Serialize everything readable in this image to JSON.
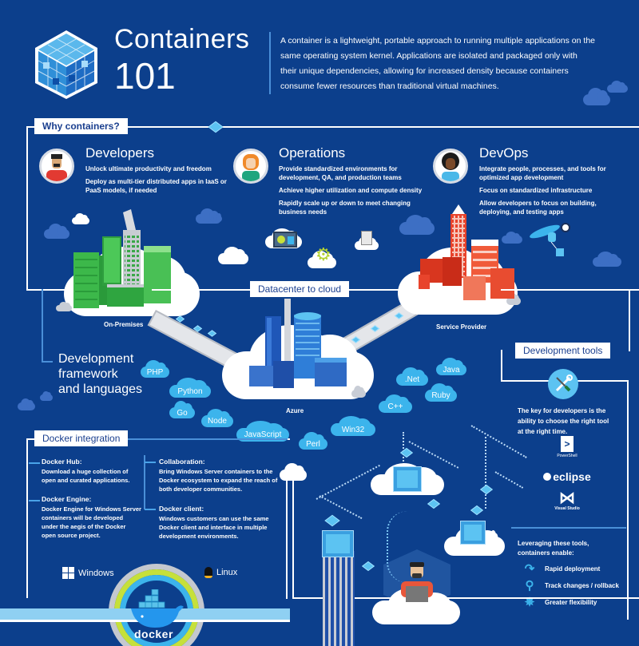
{
  "header": {
    "title_line1": "Containers",
    "title_line2": "101",
    "description": "A container is a lightweight, portable approach to running multiple applications on the same operating system kernel. Applications are isolated and packaged only with their unique dependencies, allowing for increased density because containers consume fewer resources than traditional virtual machines."
  },
  "why_containers": {
    "label": "Why containers?",
    "personas": [
      {
        "title": "Developers",
        "points": [
          "Unlock ultimate productivity and freedom",
          "Deploy as multi-tier distributed apps in IaaS or PaaS models, if needed"
        ]
      },
      {
        "title": "Operations",
        "points": [
          "Provide standardized environments for development, QA, and production teams",
          "Achieve higher utilization and compute density",
          "Rapidly scale up or down to meet changing business needs"
        ]
      },
      {
        "title": "DevOps",
        "points": [
          "Integrate people, processes, and tools for optimized app development",
          "Focus on standardized infrastructure",
          "Allow developers to focus on building, deploying, and testing apps"
        ]
      }
    ]
  },
  "datacenter": {
    "label": "Datacenter to cloud",
    "on_premises": "On-Premises",
    "azure": "Azure",
    "service_provider": "Service Provider"
  },
  "frameworks": {
    "label_line1": "Development",
    "label_line2": "framework",
    "label_line3": "and languages",
    "languages": [
      "PHP",
      "Python",
      "Go",
      "Node",
      "JavaScript",
      "Perl",
      "Win32",
      "C++",
      ".Net",
      "Ruby",
      "Java"
    ]
  },
  "dev_tools": {
    "label": "Development tools",
    "description": "The key for developers is the ability to choose the right tool at the right time.",
    "tools": [
      "PowerShell",
      "eclipse",
      "Visual Studio"
    ],
    "benefits_intro": "Leveraging these tools, containers enable:",
    "benefits": [
      "Rapid deployment",
      "Track changes / rollback",
      "Greater flexibility"
    ]
  },
  "docker": {
    "label": "Docker integration",
    "items": [
      {
        "title": "Docker Hub:",
        "text": "Download a huge collection of open and curated applications."
      },
      {
        "title": "Docker Engine:",
        "text": "Docker Engine for Windows Server containers will be developed under the aegis of the Docker open source project."
      },
      {
        "title": "Collaboration:",
        "text": "Bring Windows Server containers to the Docker ecosystem to expand the reach of both developer communities."
      },
      {
        "title": "Docker client:",
        "text": "Windows customers can use the same Docker client and interface in multiple development environments."
      }
    ],
    "windows": "Windows",
    "linux": "Linux",
    "docker_logo": "docker"
  },
  "colors": {
    "background": "#0c3f8c",
    "accent_blue": "#3cb4ec",
    "label_text": "#1a3f8f",
    "green": "#3fbf4f",
    "red": "#e8442c"
  }
}
